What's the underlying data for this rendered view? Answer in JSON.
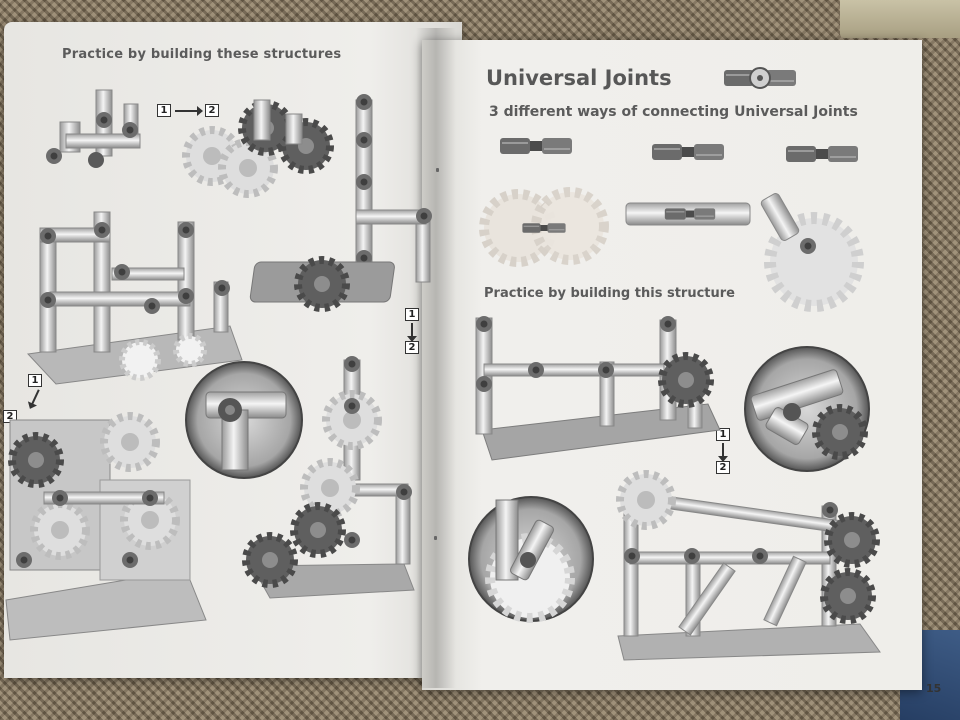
{
  "left_page": {
    "heading": "Practice by building these structures"
  },
  "right_page": {
    "title": "Universal Joints",
    "subtitle": "3 different ways of connecting Universal Joints",
    "practice_heading": "Practice by building this structure",
    "page_number": "15"
  },
  "steps": {
    "one": "1",
    "two": "2"
  },
  "icons": {
    "universal_joint": "universal-joint-icon",
    "gear": "gear-icon",
    "arrow": "arrow-icon"
  },
  "colors": {
    "paper": "#ecebe8",
    "print_gray": "#5b5b5b",
    "background": "#8a7c66"
  }
}
